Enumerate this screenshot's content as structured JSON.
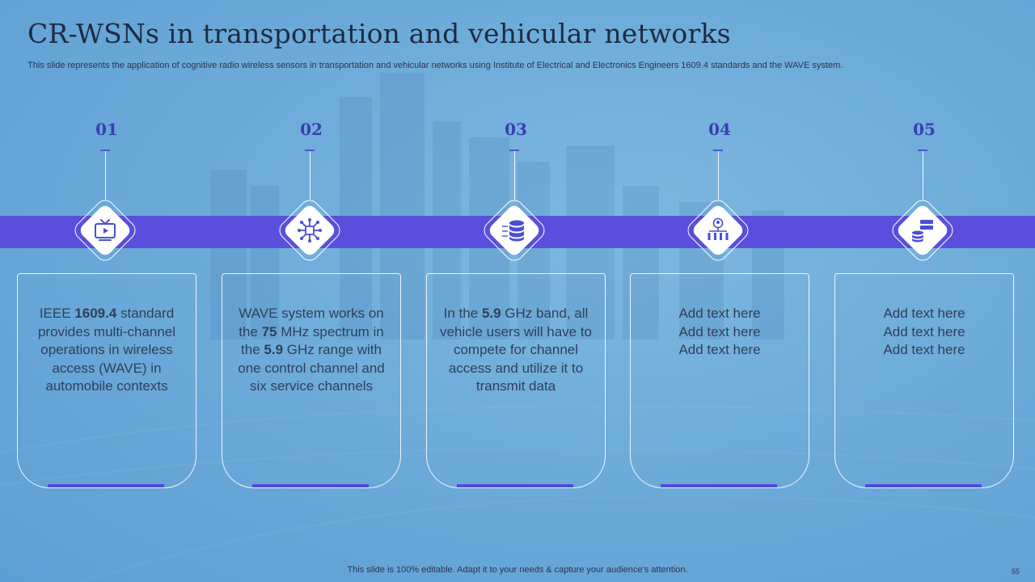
{
  "slide": {
    "title": "CR-WSNs in transportation and vehicular networks",
    "subtitle": "This slide represents the application of cognitive radio wireless sensors in transportation and vehicular networks using Institute of Electrical and Electronics Engineers 1609.4 standards and the WAVE  system.",
    "footer": "This slide is 100% editable. Adapt it to your needs & capture your audience’s attention.",
    "page_number": "55"
  },
  "colors": {
    "background": "#6aa9d8",
    "band": "#5a4fdc",
    "accent": "#5548de",
    "number": "#3a3fb3",
    "text": "#2f3f5c"
  },
  "steps": [
    {
      "number": "01",
      "icon": "tv-icon",
      "text": {
        "p1": "IEEE ",
        "b1": "1609.4",
        "p2": " standard provides multi-channel operations in wireless access (WAVE) in automobile contexts"
      }
    },
    {
      "number": "02",
      "icon": "network-chip-icon",
      "text": {
        "p1": "WAVE system works on the ",
        "b1": "75",
        "p2": " MHz spectrum in the ",
        "b2": "5.9",
        "p3": " GHz range with one control channel and six service channels"
      }
    },
    {
      "number": "03",
      "icon": "database-icon",
      "text": {
        "p1": "In the ",
        "b1": "5.9",
        "p2": " GHz band, all vehicle users will have to compete for channel access and utilize it to transmit data"
      }
    },
    {
      "number": "04",
      "icon": "hierarchy-icon",
      "lines": [
        "Add text here",
        "Add text here",
        "Add text here"
      ]
    },
    {
      "number": "05",
      "icon": "server-stack-icon",
      "lines": [
        "Add text here",
        "Add text here",
        "Add text here"
      ]
    }
  ]
}
